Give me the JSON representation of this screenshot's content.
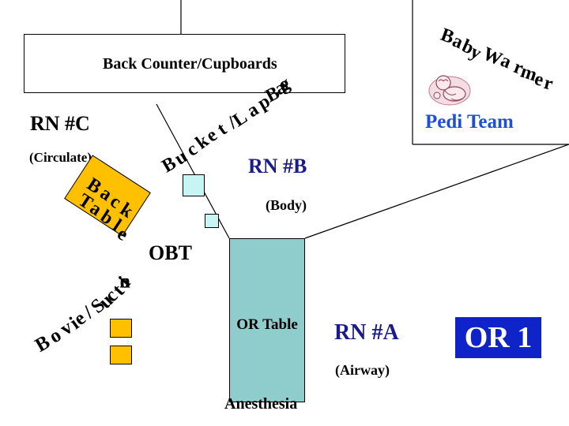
{
  "labels": {
    "counter": "Back Counter/Cupboards",
    "rn_c": "RN #C",
    "circulate": "(Circulate)",
    "rn_b": "RN #B",
    "body": "(Body)",
    "obt": "OBT",
    "pedi_team": "Pedi Team",
    "rn_a": "RN #A",
    "airway": "(Airway)",
    "anesthesia": "Anesthesia",
    "or_table": "OR Table",
    "or_room": "OR 1"
  },
  "curved_labels": {
    "bucket": "Bucket/Lap Bags",
    "suction": "Bovie/Suction",
    "back_table": "Back Table",
    "baby_warmer": "Baby Warmer"
  },
  "icons": {
    "baby_warmer": "baby-warmer-icon"
  },
  "colors": {
    "or_table": "#8fcccc",
    "back_table": "#ffc000",
    "suction_boxes": "#ffc000",
    "cyan_boxes": "#c8f4f4",
    "or_room": "#0e23c8",
    "pedi_team": "#1e4fd8",
    "rn_text": "#1a1a8c"
  }
}
